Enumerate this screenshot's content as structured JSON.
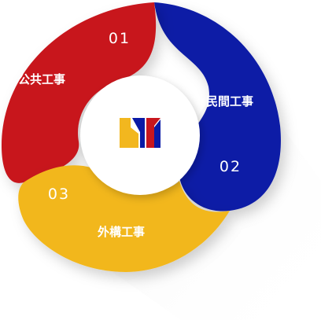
{
  "segments": [
    {
      "number": "01",
      "label": "公共工事",
      "color": "#c8161e"
    },
    {
      "number": "02",
      "label": "民間工事",
      "color": "#0a1aa6"
    },
    {
      "number": "03",
      "label": "外構工事",
      "color": "#f2b71f"
    }
  ],
  "logo": {
    "colors": {
      "yellow": "#f2b71f",
      "navy": "#0a1aa6",
      "red": "#c8161e"
    }
  }
}
